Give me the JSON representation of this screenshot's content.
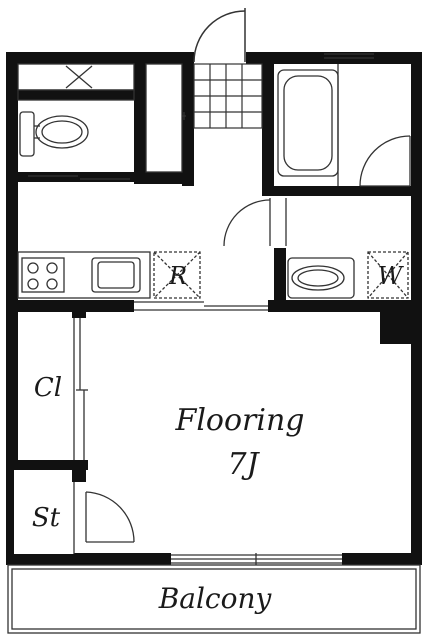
{
  "labels": {
    "refrigerator": "R",
    "washer": "W",
    "closet": "Cl",
    "storage": "St",
    "room": "Flooring",
    "room_size": "7J",
    "balcony": "Balcony"
  },
  "colors": {
    "wall": "#111111",
    "line": "#333333",
    "background": "#ffffff"
  }
}
